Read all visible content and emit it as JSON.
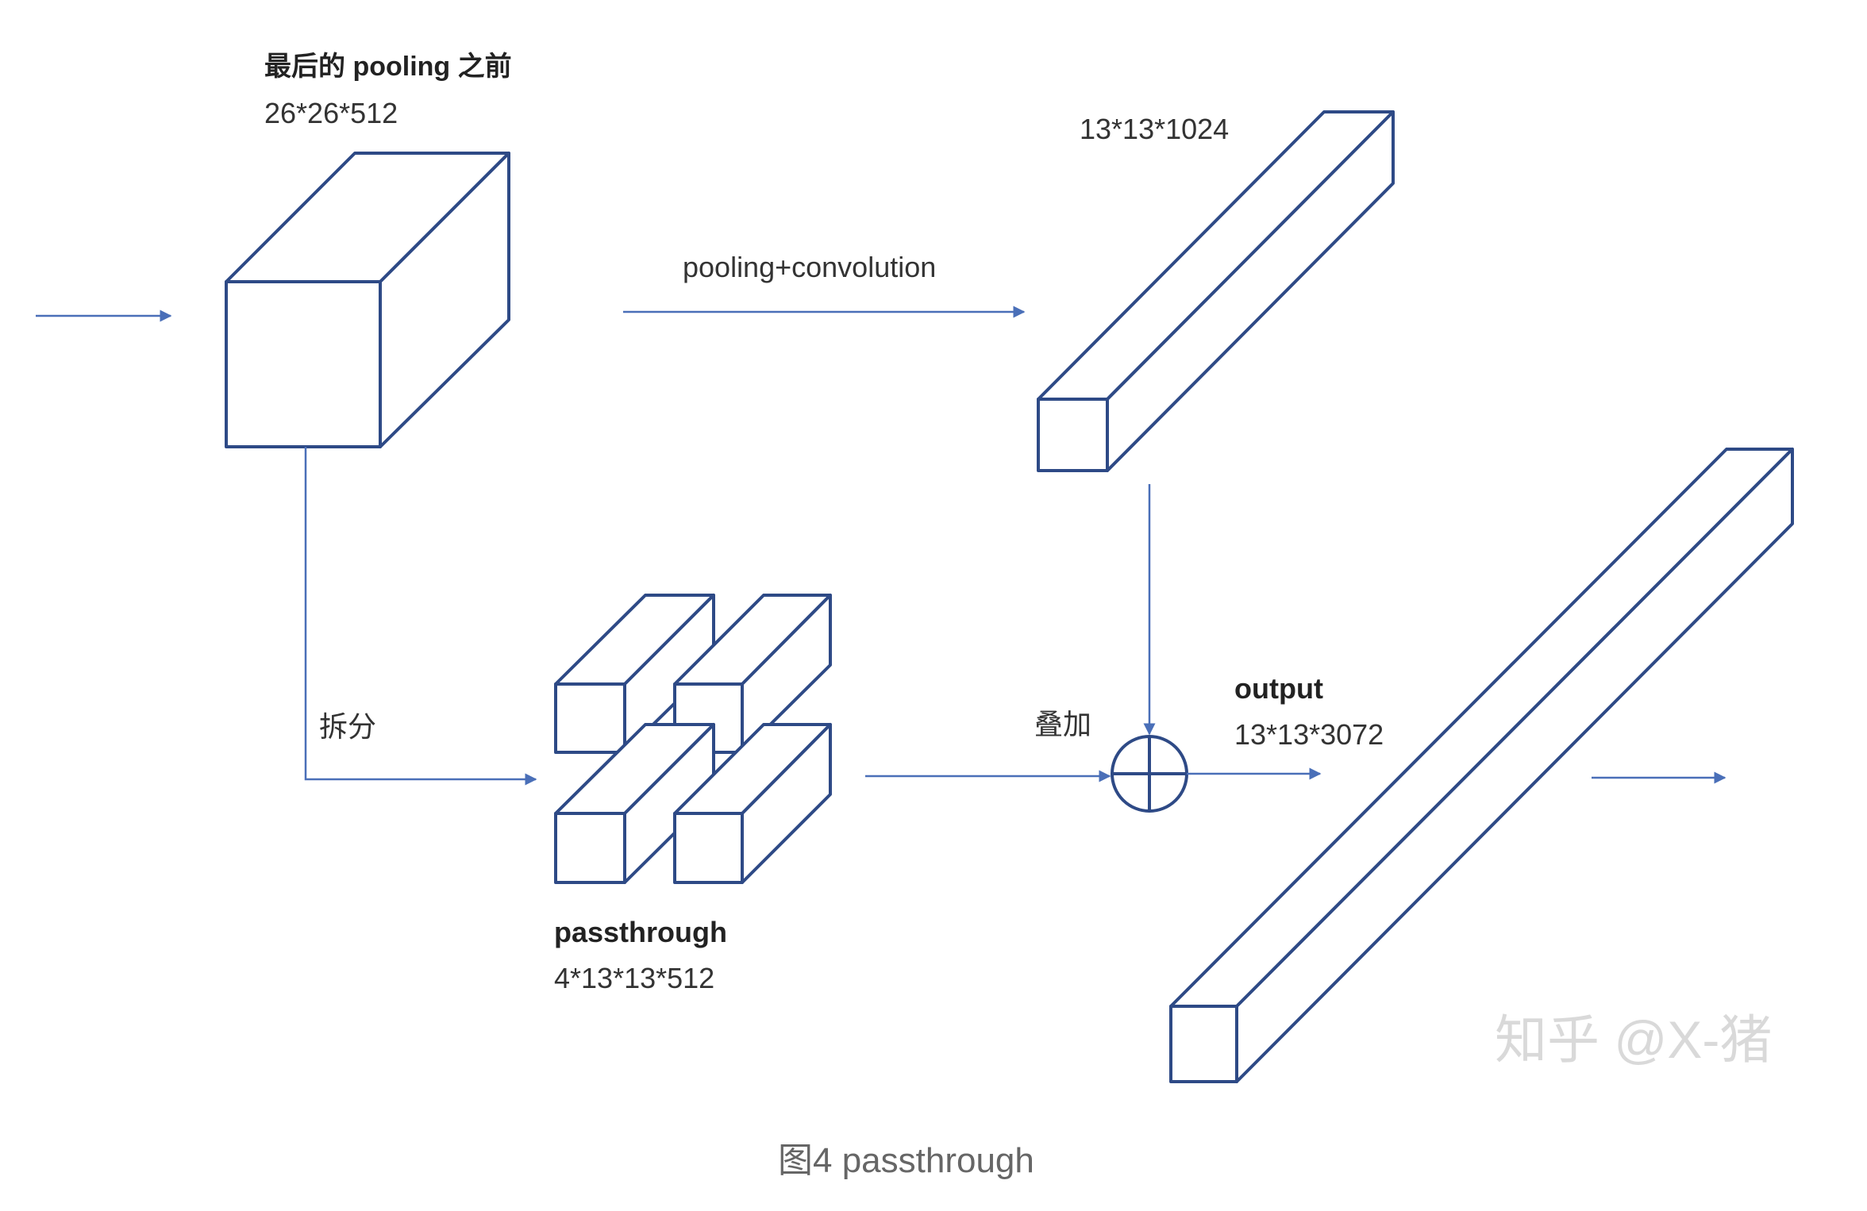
{
  "labels": {
    "input_title": "最后的 pooling 之前",
    "input_dims": "26*26*512",
    "top_dims": "13*13*1024",
    "pool_conv": "pooling+convolution",
    "split": "拆分",
    "passthrough_title": "passthrough",
    "passthrough_dims": "4*13*13*512",
    "stack": "叠加",
    "output_title": "output",
    "output_dims": "13*13*3072"
  },
  "watermark": "知乎 @X-猪",
  "caption": "图4 passthrough",
  "colors": {
    "box_stroke": "#2e4a86",
    "arrow": "#4a6fb8",
    "text": "#333333",
    "caption": "#666666",
    "watermark": "#d9d9d9"
  }
}
